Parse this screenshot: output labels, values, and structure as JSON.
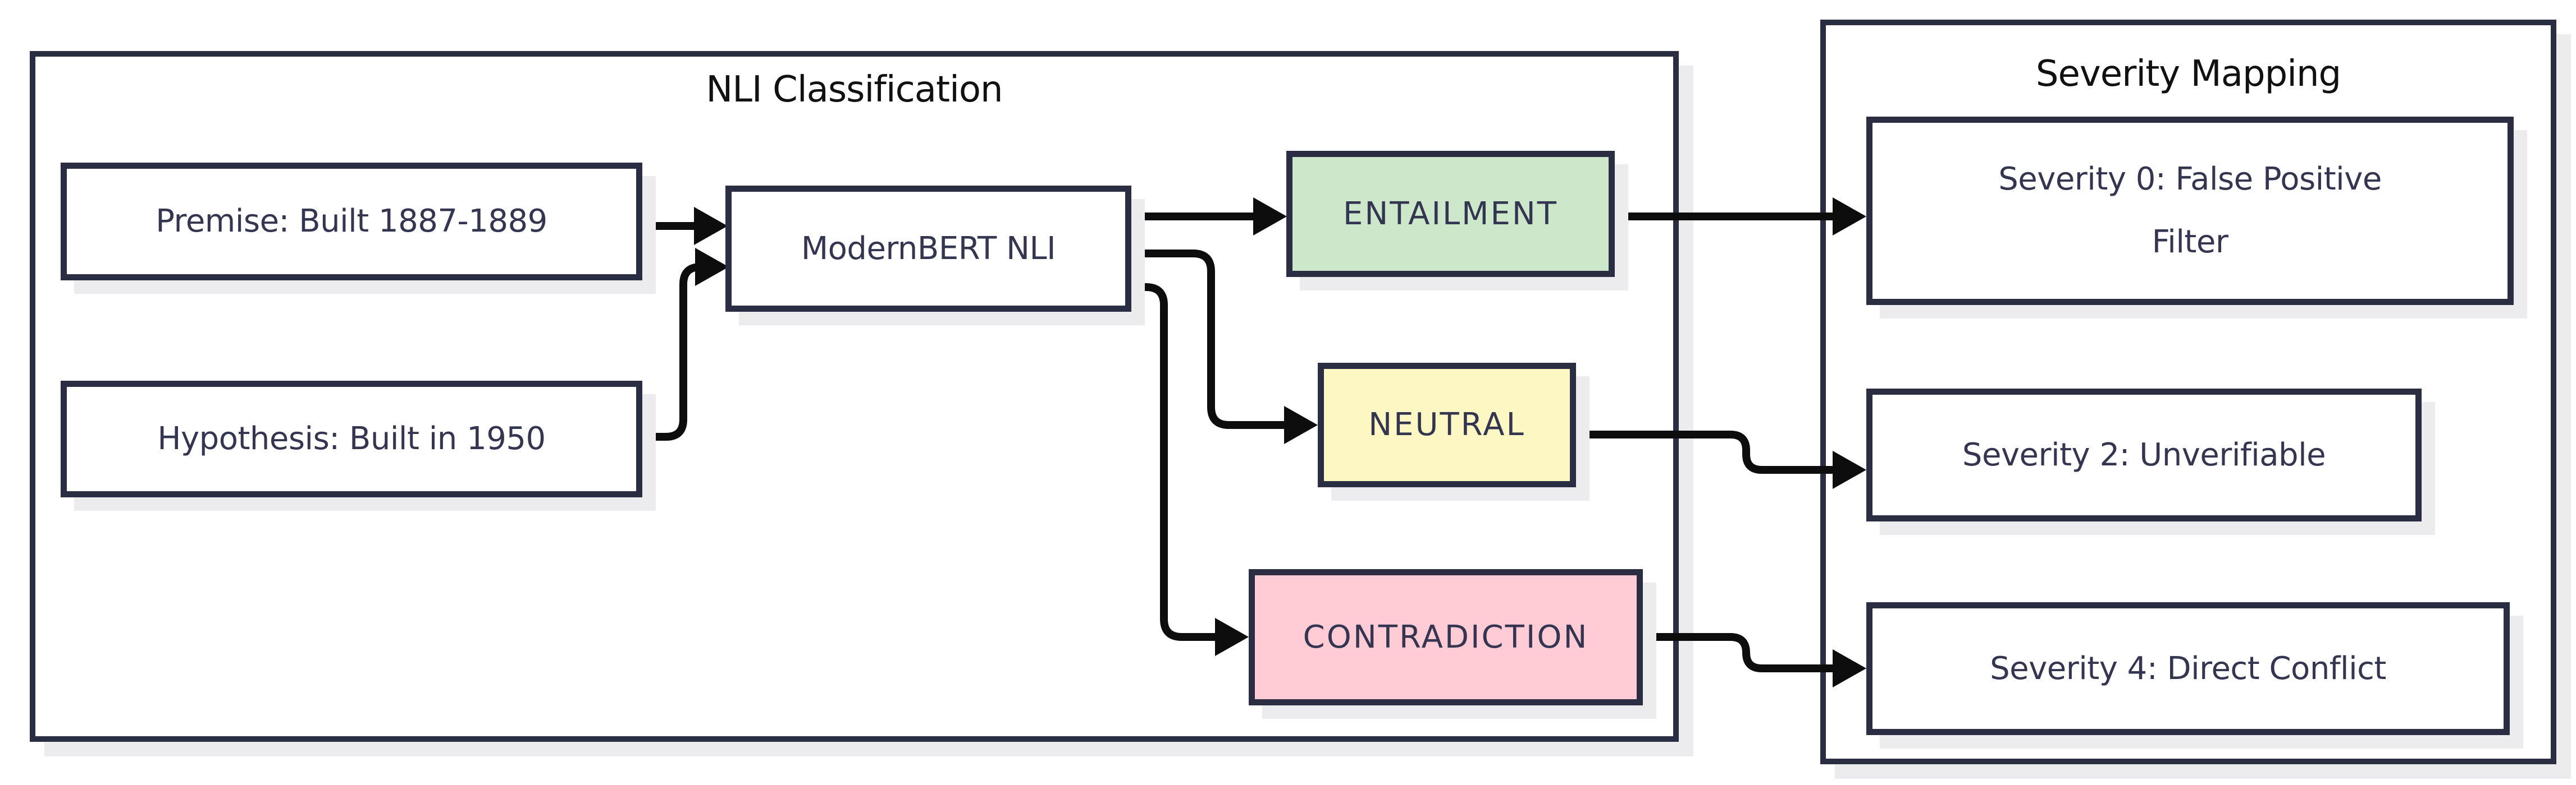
{
  "nli": {
    "title": "NLI Classification",
    "premise_label": "Premise: Built 1887-1889",
    "hypothesis_label": "Hypothesis: Built in 1950",
    "model_label": "ModernBERT NLI",
    "entailment_label": "ENTAILMENT",
    "neutral_label": "NEUTRAL",
    "contradiction_label": "CONTRADICTION"
  },
  "severity": {
    "title": "Severity Mapping",
    "severity0_line1": "Severity 0: False Positive",
    "severity0_line2": "Filter",
    "severity2_label": "Severity 2: Unverifiable",
    "severity4_label": "Severity 4: Direct Conflict"
  },
  "colors": {
    "background": "#ffffff",
    "border_ink": "#2b2d42",
    "label_text": "#343651",
    "title_text": "#111111",
    "connector": "#0d0d0d",
    "box_fill": "#ffffff",
    "entailment_fill": "#cde7cb",
    "neutral_fill": "#fcf7c3",
    "contradiction_fill": "#ffccd5",
    "shadow": "#ececef"
  }
}
